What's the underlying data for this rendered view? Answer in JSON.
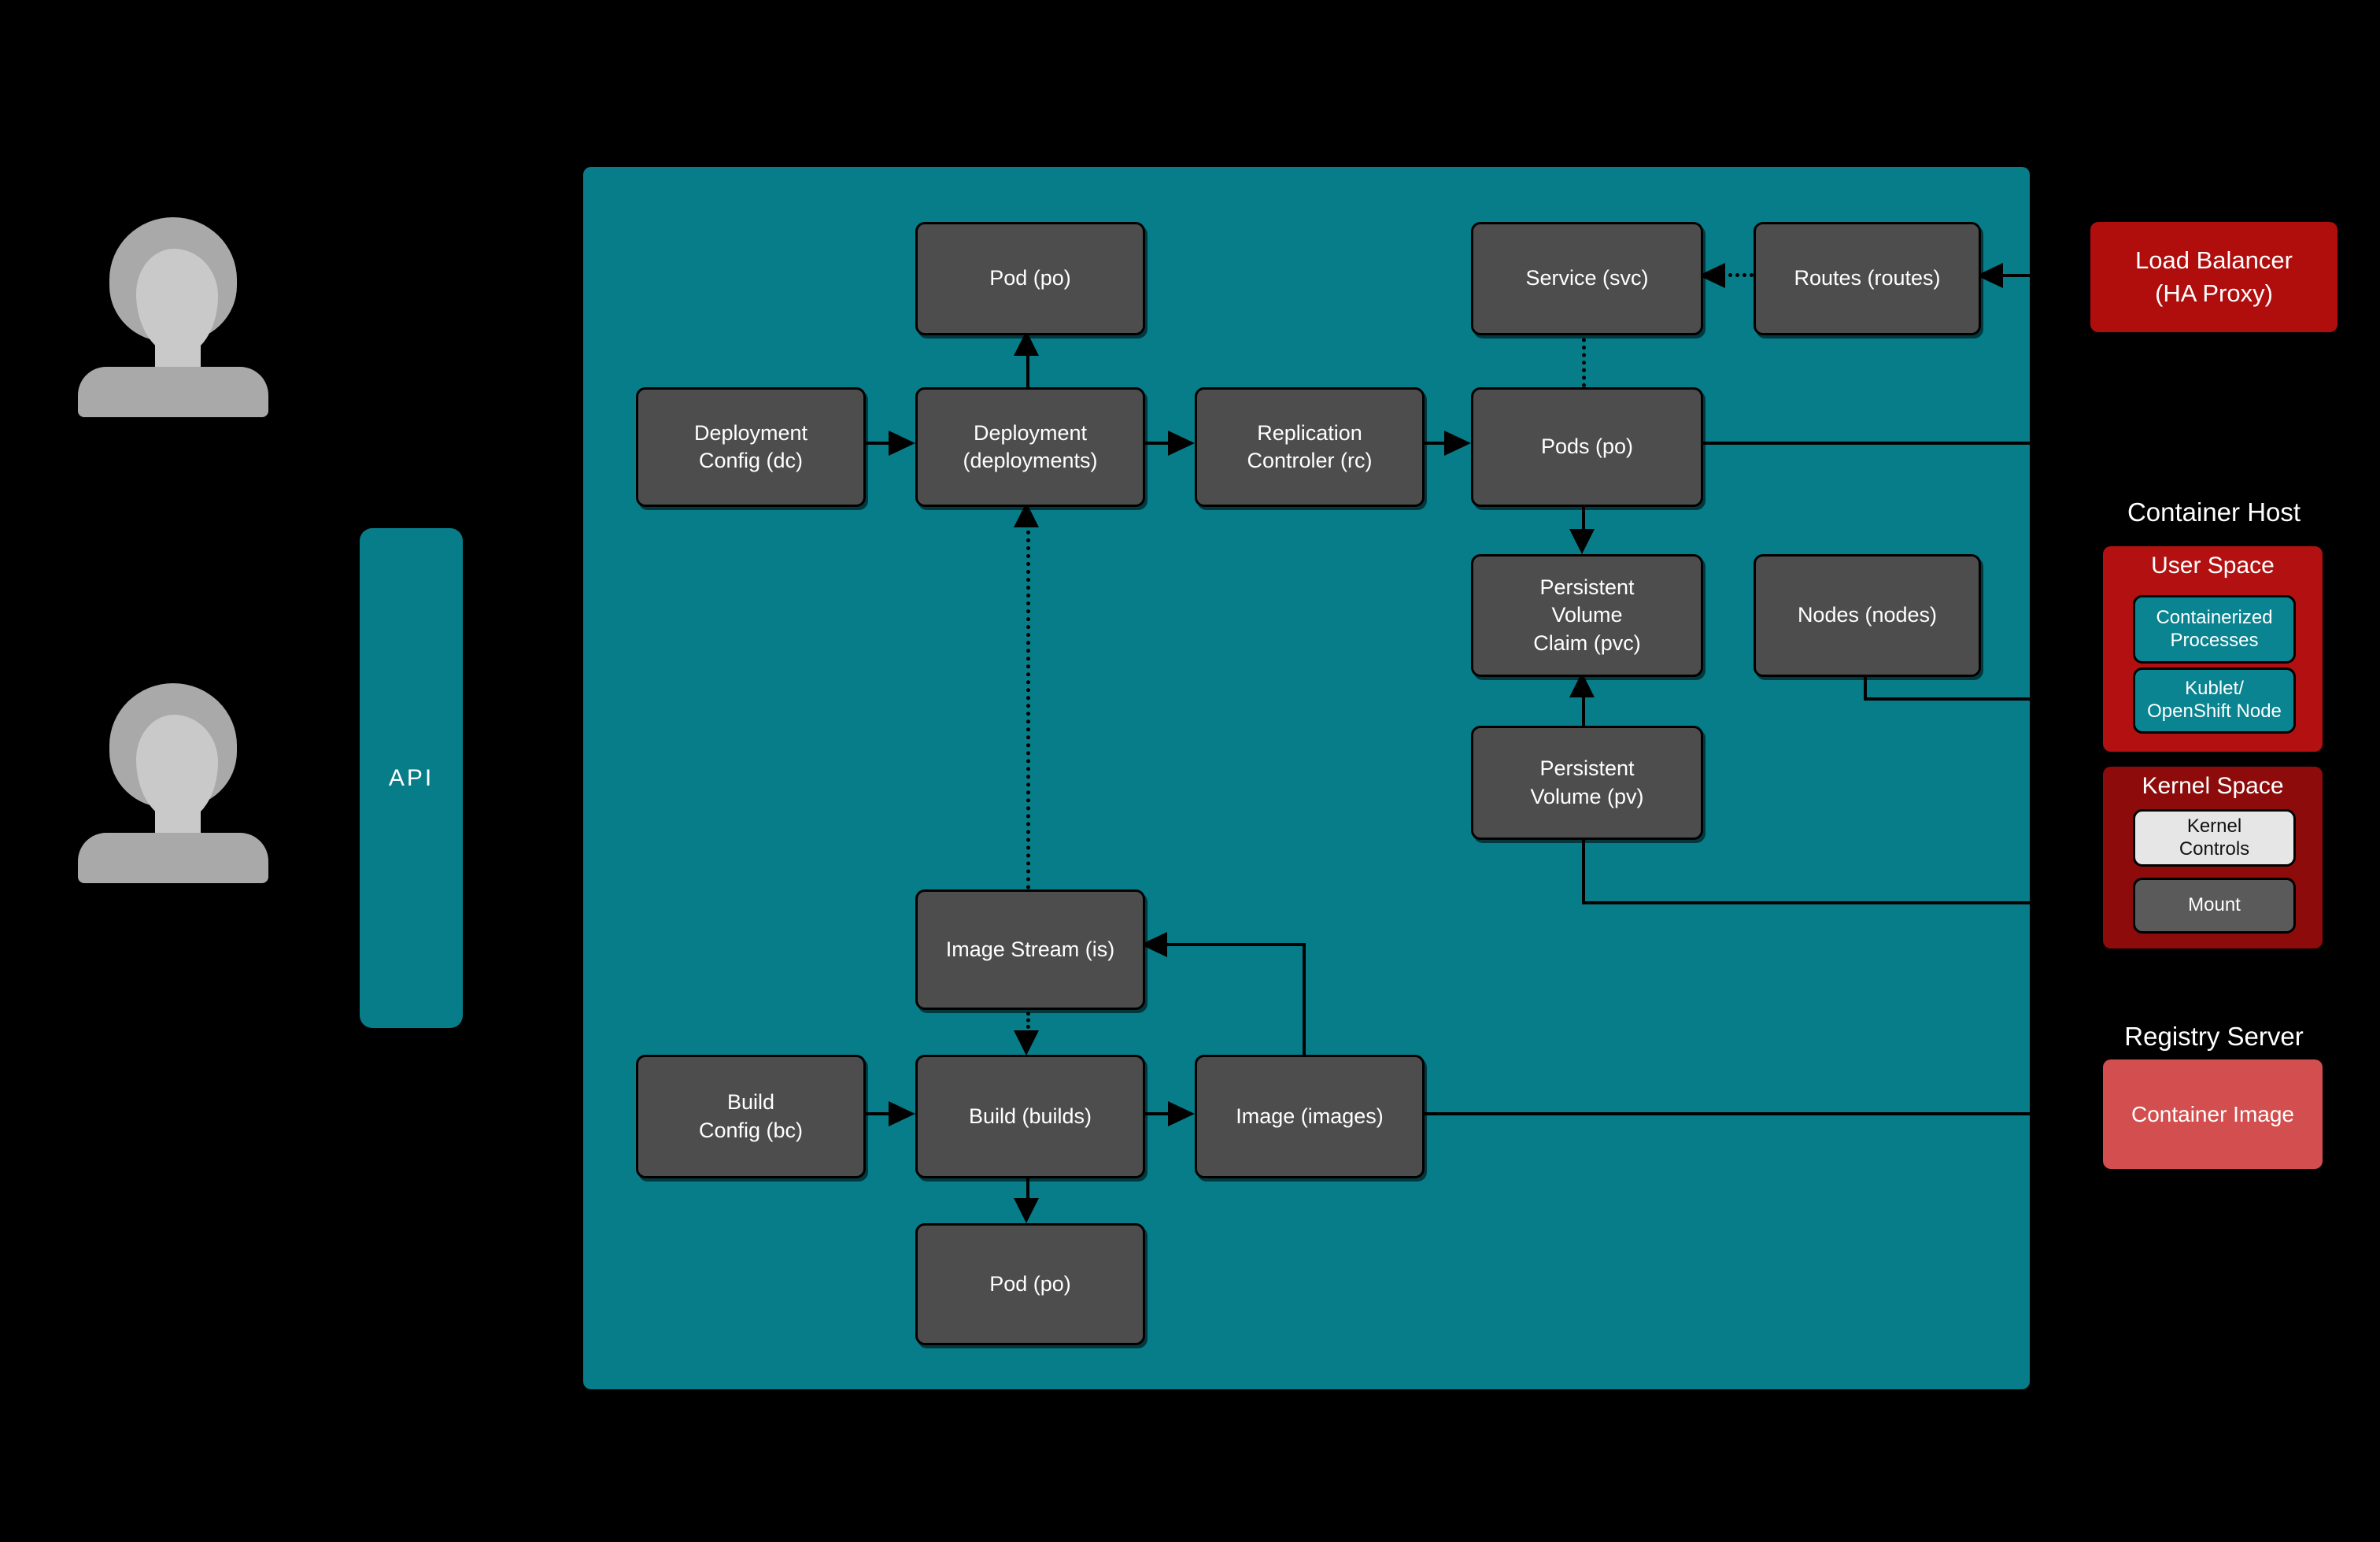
{
  "colors": {
    "background": "#000000",
    "platform_teal": "#067d89",
    "inner_teal": "#0a8490",
    "node_gray": "#4d4d4d",
    "node_border": "#000000",
    "node_text": "#ffffff",
    "red_bright": "#b00d0d",
    "red_user_space": "#b31111",
    "red_kernel_space": "#8e0b0b",
    "red_container_image": "#d34f4f",
    "kernel_controls_bg": "#e6e6e6",
    "kernel_controls_text": "#111111",
    "mount_gray": "#5a5a5a",
    "line_black": "#000000",
    "avatar_body": "#a9a9a9",
    "avatar_face": "#c9c9c9"
  },
  "labels": {
    "api": "API",
    "pod_top": "Pod (po)",
    "service": "Service (svc)",
    "routes": "Routes (routes)",
    "load_balancer": "Load Balancer\n(HA Proxy)",
    "deployment_config": "Deployment\nConfig (dc)",
    "deployment": "Deployment\n(deployments)",
    "replication_controller": "Replication\nControler (rc)",
    "pods": "Pods (po)",
    "persistent_volume_claim": "Persistent\nVolume\nClaim (pvc)",
    "nodes": "Nodes (nodes)",
    "persistent_volume": "Persistent\nVolume (pv)",
    "image_stream": "Image Stream (is)",
    "build_config": "Build\nConfig (bc)",
    "build": "Build (builds)",
    "image": "Image (images)",
    "pod_bottom": "Pod (po)",
    "container_host": "Container Host",
    "user_space": "User Space",
    "containerized_processes": "Containerized\nProcesses",
    "kublet_openshift_node": "Kublet/\nOpenShift Node",
    "kernel_space": "Kernel Space",
    "kernel_controls": "Kernel\nControls",
    "mount": "Mount",
    "registry_server": "Registry Server",
    "container_image": "Container Image"
  },
  "edges": [
    {
      "from": "deployment-config",
      "to": "deployment",
      "style": "solid-arrow"
    },
    {
      "from": "deployment",
      "to": "replication-controller",
      "style": "solid-arrow"
    },
    {
      "from": "replication-controller",
      "to": "pods",
      "style": "solid-arrow"
    },
    {
      "from": "deployment",
      "to": "pod-top",
      "style": "solid-arrow"
    },
    {
      "from": "service",
      "to": "pods",
      "style": "dotted"
    },
    {
      "from": "routes",
      "to": "service",
      "style": "dotted-arrow"
    },
    {
      "from": "load-balancer",
      "to": "routes",
      "style": "solid-arrow"
    },
    {
      "from": "pods",
      "to": "persistent-volume-claim",
      "style": "solid-arrow"
    },
    {
      "from": "persistent-volume",
      "to": "persistent-volume-claim",
      "style": "solid-arrow"
    },
    {
      "from": "image-stream",
      "to": "deployment",
      "style": "dotted-arrow"
    },
    {
      "from": "image-stream",
      "to": "build",
      "style": "dotted-arrow"
    },
    {
      "from": "build-config",
      "to": "build",
      "style": "solid-arrow"
    },
    {
      "from": "build",
      "to": "image",
      "style": "solid-arrow"
    },
    {
      "from": "build",
      "to": "pod-bottom",
      "style": "solid-arrow"
    },
    {
      "from": "image",
      "to": "image-stream",
      "style": "solid-arrow"
    },
    {
      "from": "pods",
      "to": "containerized-processes",
      "style": "line-arrow"
    },
    {
      "from": "nodes",
      "to": "kublet-openshift-node",
      "style": "line-arrow"
    },
    {
      "from": "persistent-volume",
      "to": "mount",
      "style": "line"
    },
    {
      "from": "image",
      "to": "container-image",
      "style": "line"
    }
  ]
}
